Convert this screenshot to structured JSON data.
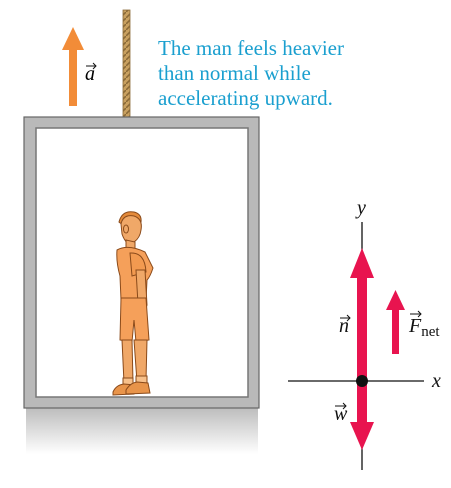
{
  "caption": {
    "lines": [
      "The man feels heavier",
      "than normal while",
      "accelerating upward."
    ]
  },
  "labels": {
    "acceleration": "a",
    "normal_force": "n",
    "weight": "w",
    "net_force": "F",
    "net_force_subscript": "net",
    "x_axis": "x",
    "y_axis": "y"
  },
  "colors": {
    "caption_text": "#1a9fcf",
    "acceleration_arrow": "#f28c38",
    "force_arrow": "#e8144f",
    "elevator_frame": "#b9b9b9",
    "elevator_inner_border": "#777777",
    "cable": "#c8a060",
    "skin": "#f0a868",
    "axis": "#111111"
  },
  "icons": {
    "person": "man-standing-icon",
    "cable": "elevator-cable"
  }
}
